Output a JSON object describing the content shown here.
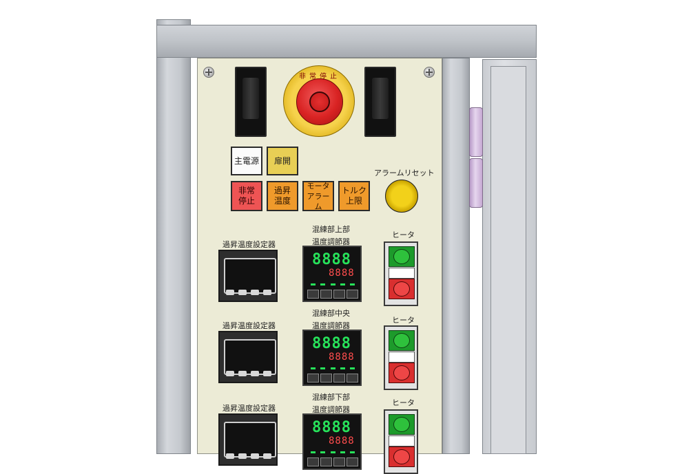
{
  "panel": {
    "estop_ring_text": "非常停止",
    "alarm_reset_label": "アラームリセット"
  },
  "lamps": [
    {
      "id": "main-power",
      "label": "主電源",
      "color": "white"
    },
    {
      "id": "door-open",
      "label": "扉開",
      "color": "yellow"
    },
    {
      "id": "emergency-stop",
      "label": "非常\n停止",
      "color": "red"
    },
    {
      "id": "over-temp",
      "label": "過昇\n温度",
      "color": "orange"
    },
    {
      "id": "motor-alarm",
      "label": "モータ\nアラーム",
      "color": "orange"
    },
    {
      "id": "torque-limit",
      "label": "トルク\n上限",
      "color": "orange"
    }
  ],
  "zones": [
    {
      "setter_label": "過昇温度設定器",
      "ctrl_label_1": "混練部上部",
      "ctrl_label_2": "温度調節器",
      "heater_label": "ヒータ",
      "pv": "8888",
      "sv": "8888"
    },
    {
      "setter_label": "過昇温度設定器",
      "ctrl_label_1": "混練部中央",
      "ctrl_label_2": "温度調節器",
      "heater_label": "ヒータ",
      "pv": "8888",
      "sv": "8888"
    },
    {
      "setter_label": "過昇温度設定器",
      "ctrl_label_1": "混練部下部",
      "ctrl_label_2": "温度調節器",
      "heater_label": "ヒータ",
      "pv": "8888",
      "sv": "8888"
    }
  ]
}
